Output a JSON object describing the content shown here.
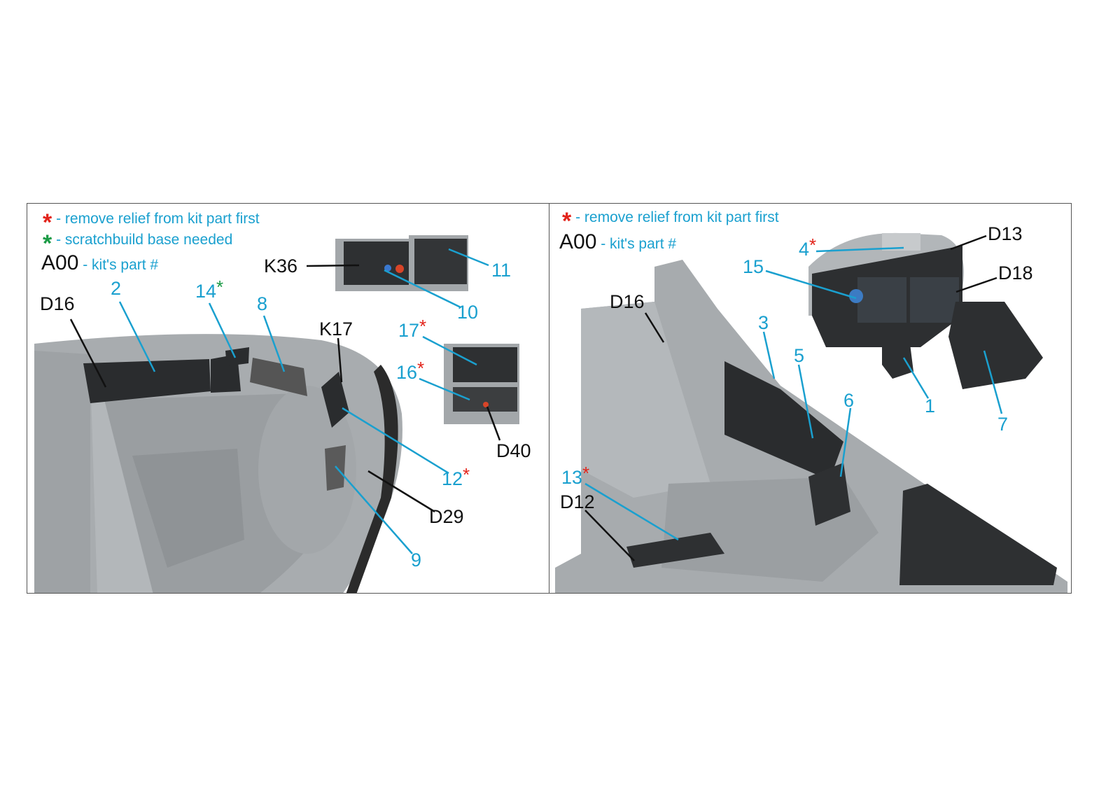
{
  "legend": {
    "red_asterisk": "*",
    "red_text": "- remove relief from kit part first",
    "green_asterisk": "*",
    "green_text": "- scratchbuild base needed",
    "code": "A00",
    "code_text": "- kit's part #"
  },
  "left_labels": {
    "d16": "D16",
    "p2": "2",
    "p14": "14",
    "k36": "K36",
    "p11": "11",
    "p10": "10",
    "p8": "8",
    "k17": "K17",
    "p17": "17",
    "p16": "16",
    "d40": "D40",
    "p12": "12",
    "d29": "D29",
    "p9": "9"
  },
  "right_labels": {
    "d13": "D13",
    "p4": "4",
    "p15": "15",
    "d18": "D18",
    "d16": "D16",
    "p3": "3",
    "p5": "5",
    "p6": "6",
    "p1": "1",
    "p7": "7",
    "p13": "13",
    "d12": "D12"
  },
  "asterisk": "*",
  "colors": {
    "part_blue": "#1aa0cf",
    "kit_black": "#111111",
    "red_star": "#e2231a",
    "green_star": "#1a9a45",
    "resin_gray": "#a9adb0"
  }
}
